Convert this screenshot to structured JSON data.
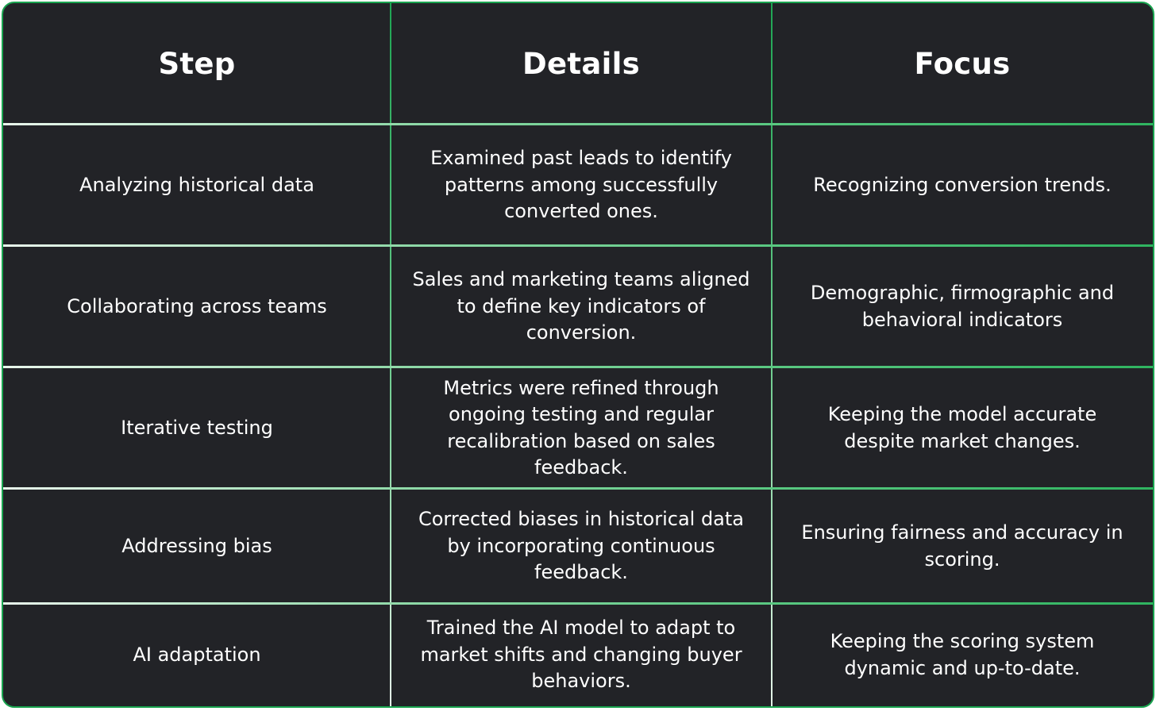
{
  "table": {
    "headers": [
      "Step",
      "Details",
      "Focus"
    ],
    "rows": [
      {
        "step": "Analyzing historical data",
        "details": "Examined past leads to identify patterns among successfully converted ones.",
        "focus": "Recognizing conversion trends."
      },
      {
        "step": "Collaborating across teams",
        "details": "Sales and marketing teams aligned to define key indicators of conversion.",
        "focus": "Demographic, firmographic and behavioral indicators"
      },
      {
        "step": "Iterative testing",
        "details": "Metrics were refined through ongoing testing and regular recalibration based on sales feedback.",
        "focus": "Keeping the model accurate despite market changes."
      },
      {
        "step": "Addressing bias",
        "details": "Corrected biases in historical data by incorporating continuous feedback.",
        "focus": "Ensuring fairness and accuracy in scoring."
      },
      {
        "step": "AI adaptation",
        "details": "Trained the AI model to adapt to market shifts and changing buyer behaviors.",
        "focus": "Keeping the scoring system dynamic and up-to-date."
      }
    ]
  },
  "colors": {
    "background": "#222327",
    "border_accent": "#19a34f",
    "text": "#ffffff"
  }
}
